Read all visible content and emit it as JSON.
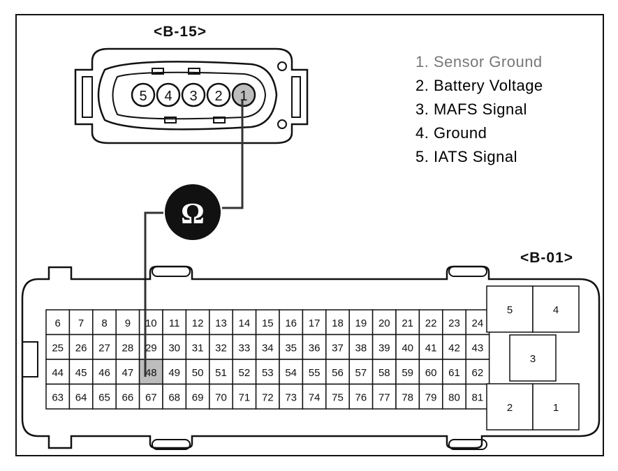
{
  "connector_top": {
    "label": "<B-15>",
    "pins": [
      "5",
      "4",
      "3",
      "2",
      "1"
    ]
  },
  "legend": [
    {
      "text": "1. Sensor Ground",
      "highlight": true
    },
    {
      "text": "2. Battery Voltage",
      "highlight": false
    },
    {
      "text": "3. MAFS Signal",
      "highlight": false
    },
    {
      "text": "4. Ground",
      "highlight": false
    },
    {
      "text": "5. IATS Signal",
      "highlight": false
    }
  ],
  "meter": {
    "symbol": "Ω"
  },
  "connector_bottom": {
    "label": "<B-01>",
    "rows": [
      [
        "6",
        "7",
        "8",
        "9",
        "10",
        "11",
        "12",
        "13",
        "14",
        "15",
        "16",
        "17",
        "18",
        "19",
        "20",
        "21",
        "22",
        "23",
        "24"
      ],
      [
        "25",
        "26",
        "27",
        "28",
        "29",
        "30",
        "31",
        "32",
        "33",
        "34",
        "35",
        "36",
        "37",
        "38",
        "39",
        "40",
        "41",
        "42",
        "43"
      ],
      [
        "44",
        "45",
        "46",
        "47",
        "48",
        "49",
        "50",
        "51",
        "52",
        "53",
        "54",
        "55",
        "56",
        "57",
        "58",
        "59",
        "60",
        "61",
        "62"
      ],
      [
        "63",
        "64",
        "65",
        "66",
        "67",
        "68",
        "69",
        "70",
        "71",
        "72",
        "73",
        "74",
        "75",
        "76",
        "77",
        "78",
        "79",
        "80",
        "81"
      ]
    ],
    "highlighted_pin": "48",
    "large_pins": [
      "5",
      "4",
      "3",
      "2",
      "1"
    ]
  },
  "colors": {
    "line": "#111111",
    "highlight": "#bdbdbd",
    "meter_fill": "#111111",
    "legend_highlight": "#777777"
  }
}
